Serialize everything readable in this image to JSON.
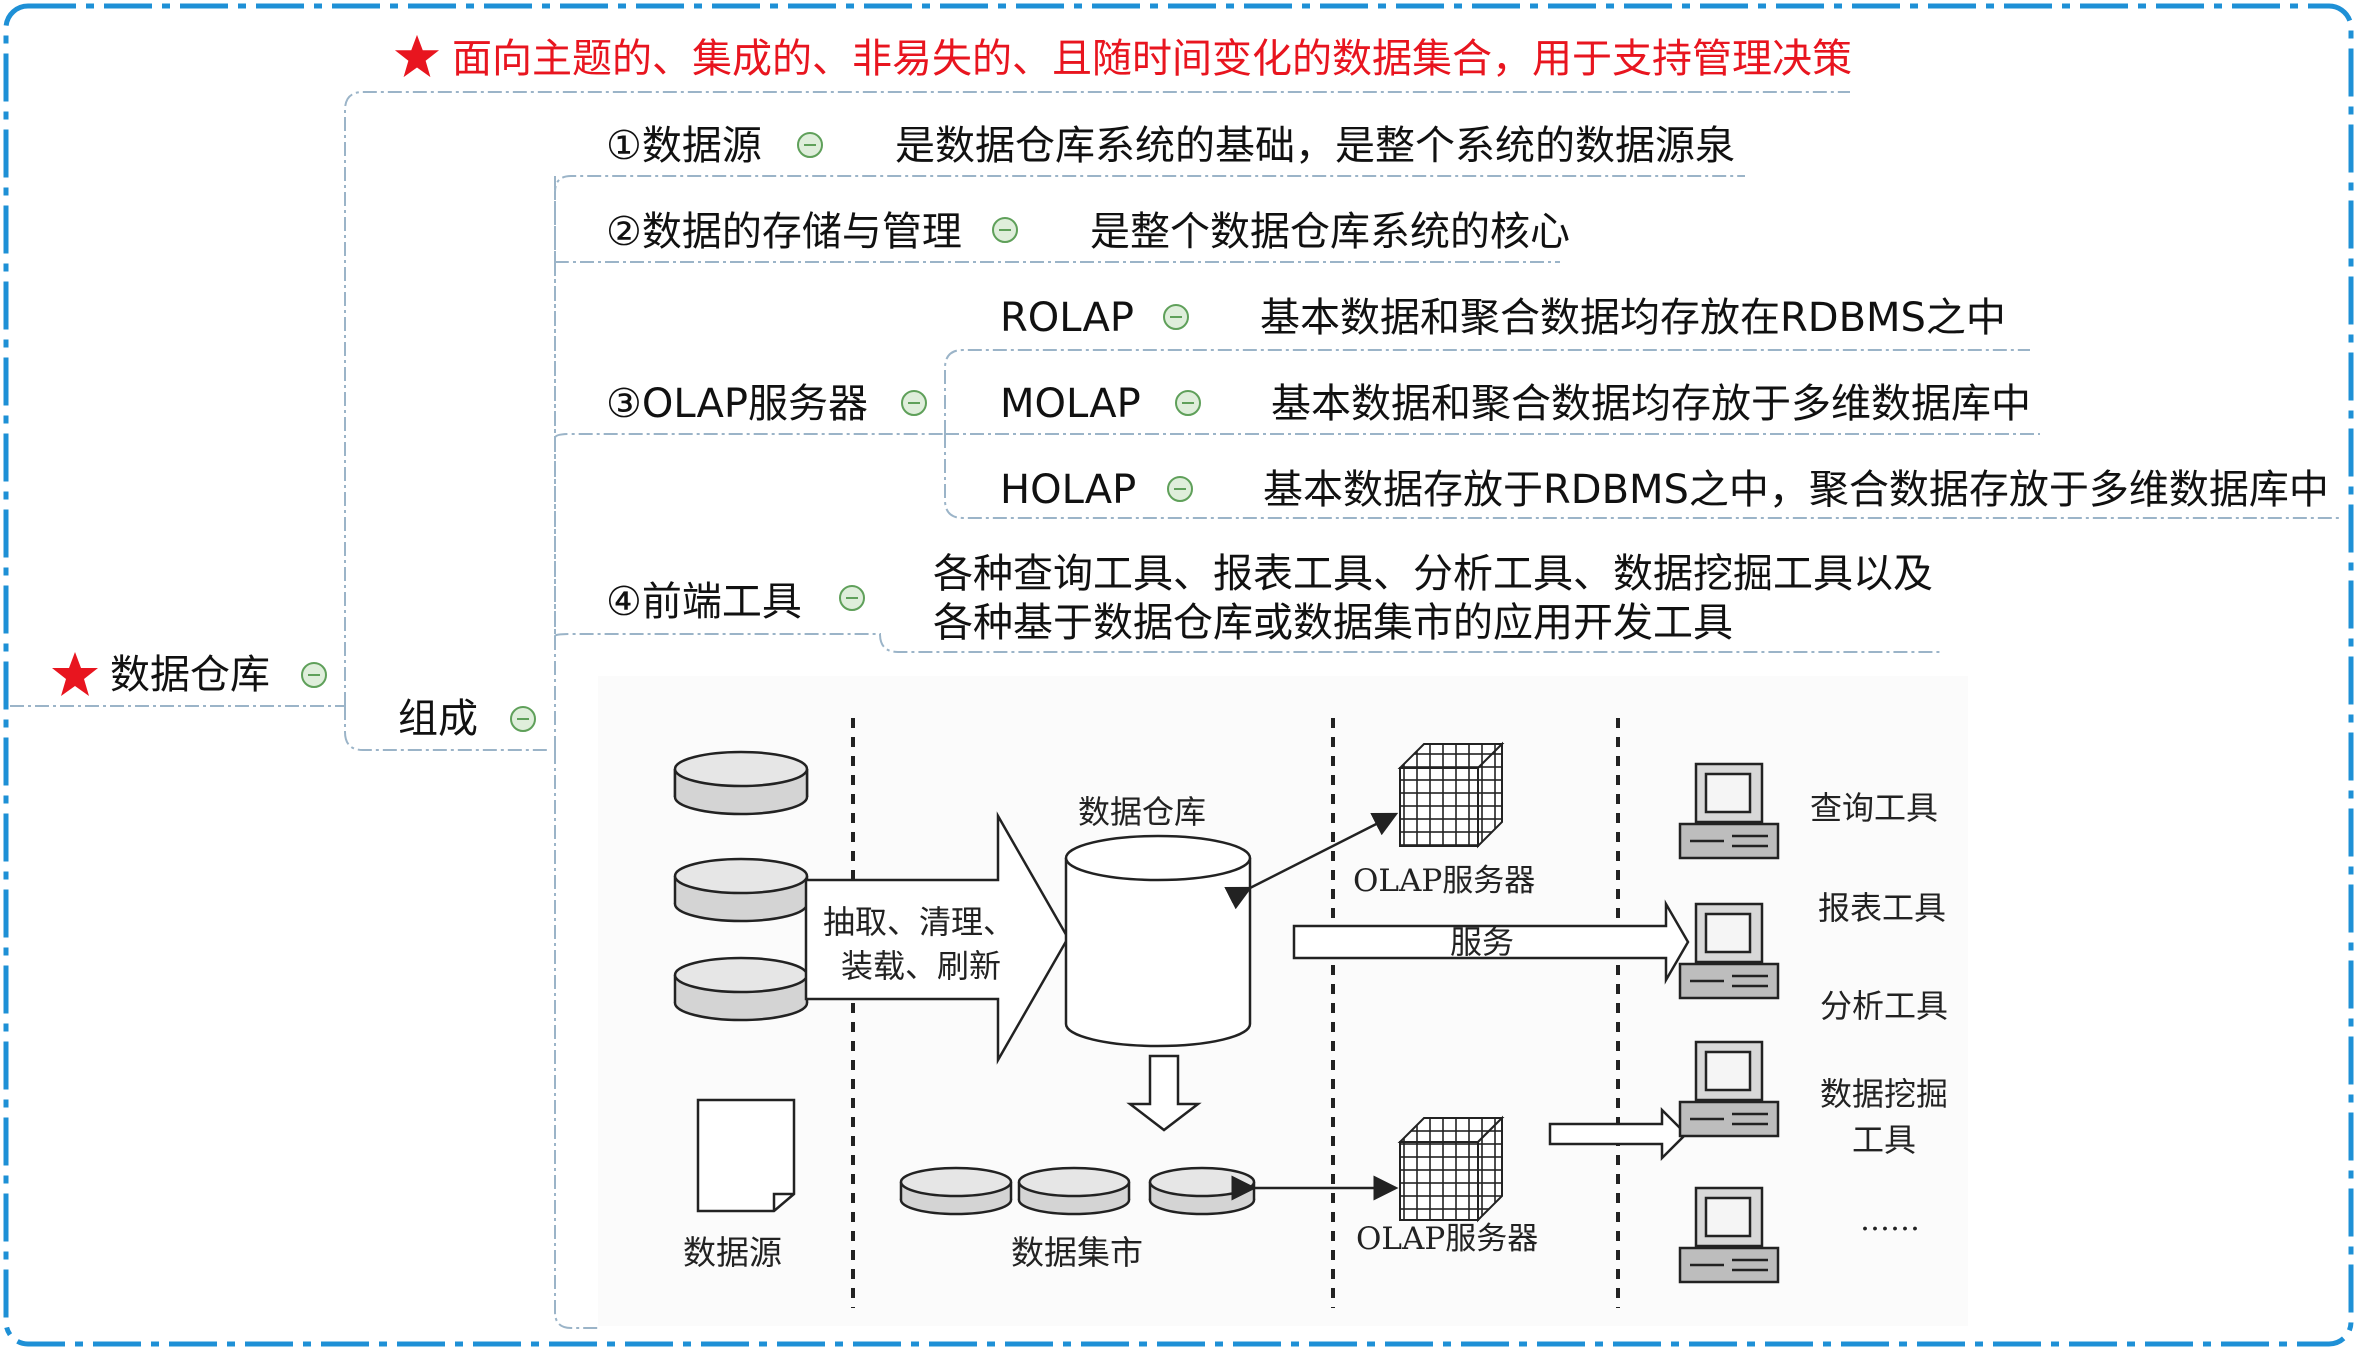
{
  "root": {
    "label": "数据仓库"
  },
  "definition": "面向主题的、集成的、非易失的、且随时间变化的数据集合，用于支持管理决策",
  "composition": {
    "label": "组成"
  },
  "components": [
    {
      "label": "①数据源",
      "desc": "是数据仓库系统的基础，是整个系统的数据源泉"
    },
    {
      "label": "②数据的存储与管理",
      "desc": "是整个数据仓库系统的核心"
    },
    {
      "label": "③OLAP服务器"
    },
    {
      "label": "④前端工具",
      "desc_lines": [
        "各种查询工具、报表工具、分析工具、数据挖掘工具以及",
        "各种基于数据仓库或数据集市的应用开发工具"
      ]
    }
  ],
  "olap_types": [
    {
      "label": "ROLAP",
      "desc": "基本数据和聚合数据均存放在RDBMS之中"
    },
    {
      "label": "MOLAP",
      "desc": "基本数据和聚合数据均存放于多维数据库中"
    },
    {
      "label": "HOLAP",
      "desc": "基本数据存放于RDBMS之中，聚合数据存放于多维数据库中"
    }
  ],
  "figure": {
    "sources_caption": "数据源",
    "etl_line1": "抽取、清理、",
    "etl_line2": "装载、刷新",
    "warehouse_caption": "数据仓库",
    "datamart_caption": "数据集市",
    "olap_server_top": "OLAP服务器",
    "olap_server_bottom": "OLAP服务器",
    "service": "服务",
    "tools": [
      "查询工具",
      "报表工具",
      "分析工具",
      "数据挖掘",
      "工具",
      "……"
    ]
  },
  "colors": {
    "frame": "#1e90d6",
    "branch": "#9bb4c8",
    "star": "#e8151f",
    "collapse": "#5fa05a"
  }
}
